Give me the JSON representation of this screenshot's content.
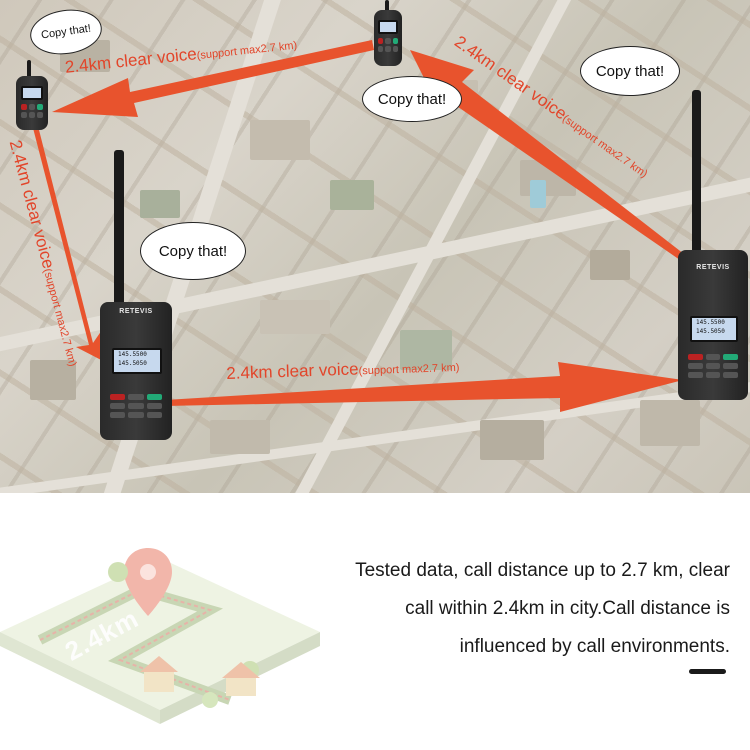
{
  "map": {
    "bubbles": {
      "top_left": "Copy that!",
      "top_center": "Copy that!",
      "top_right": "Copy that!",
      "middle_left": "Copy that!"
    },
    "arrows": {
      "top_left_main": "2.4km clear voice",
      "top_left_support": "(support max2.7 km)",
      "left_vertical_main": "2.4km clear voice",
      "left_vertical_support": "(support max2.7 km)",
      "diagonal_right_main": "2.4km clear voice",
      "diagonal_right_support": "(support max2.7 km)",
      "bottom_main": "2.4km clear voice",
      "bottom_support": "(support max2.7 km)"
    },
    "radio": {
      "brand": "RETEVIS",
      "screen_line1": "145.5500",
      "screen_line2": "145.5050"
    },
    "colors": {
      "arrow": "#e8532d",
      "label": "#e2452a"
    }
  },
  "bottom": {
    "description_lines": [
      "Tested data, call distance up to 2.7 km, clear",
      "call within 2.4km in city.Call distance is",
      "influenced by call environments."
    ],
    "illustration_label": "2.4km"
  }
}
